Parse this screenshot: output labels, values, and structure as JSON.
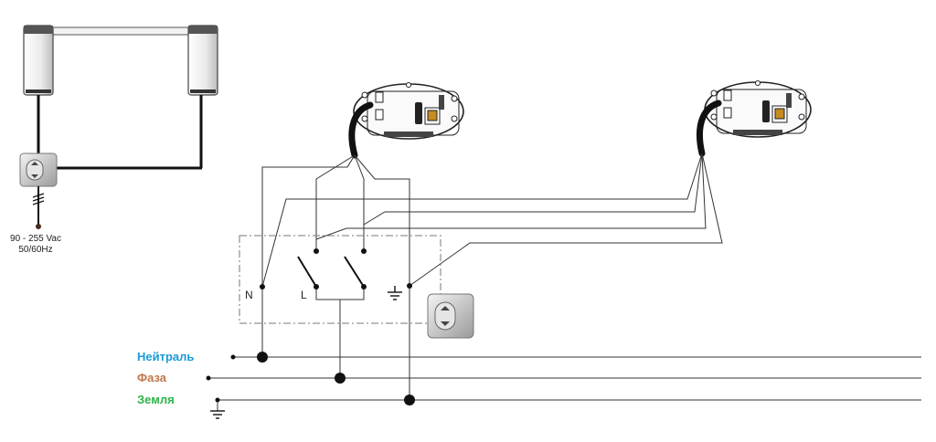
{
  "supply": {
    "voltage": "90 - 255 Vac",
    "frequency": "50/60Hz"
  },
  "terminals": {
    "neutral": "N",
    "live": "L"
  },
  "bus_lines": [
    {
      "label": "Нейтраль",
      "color": "#1a9bd7"
    },
    {
      "label": "Фаза",
      "color": "#c0774a"
    },
    {
      "label": "Земля",
      "color": "#2db34a"
    }
  ],
  "icons": [
    "motor-unit-icon",
    "wall-switch-icon",
    "controller-box-icon",
    "ground-symbol-icon"
  ]
}
